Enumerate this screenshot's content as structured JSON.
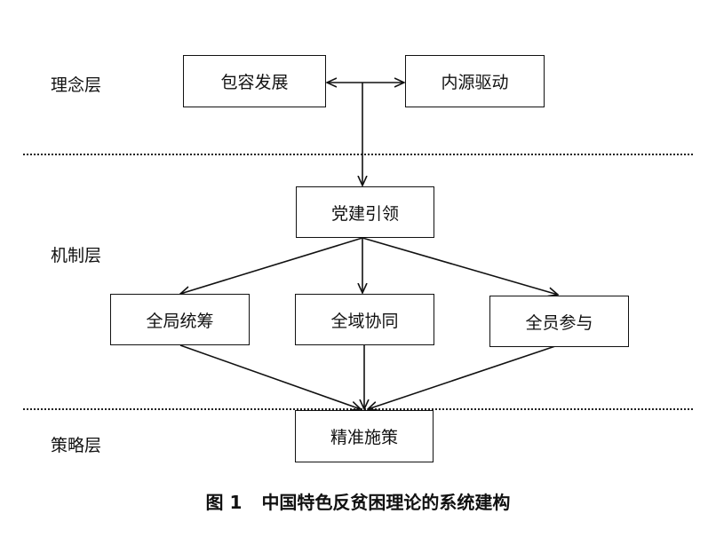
{
  "layers": {
    "concept": "理念层",
    "mechanism": "机制层",
    "strategy": "策略层"
  },
  "nodes": {
    "inclusive_development": "包容发展",
    "endogenous_drive": "内源驱动",
    "party_leadership": "党建引领",
    "overall_planning": "全局统筹",
    "regional_coordination": "全域协同",
    "full_participation": "全员参与",
    "precise_policy": "精准施策"
  },
  "caption": {
    "figure_number": "图 1",
    "title": "中国特色反贫困理论的系统建构"
  }
}
